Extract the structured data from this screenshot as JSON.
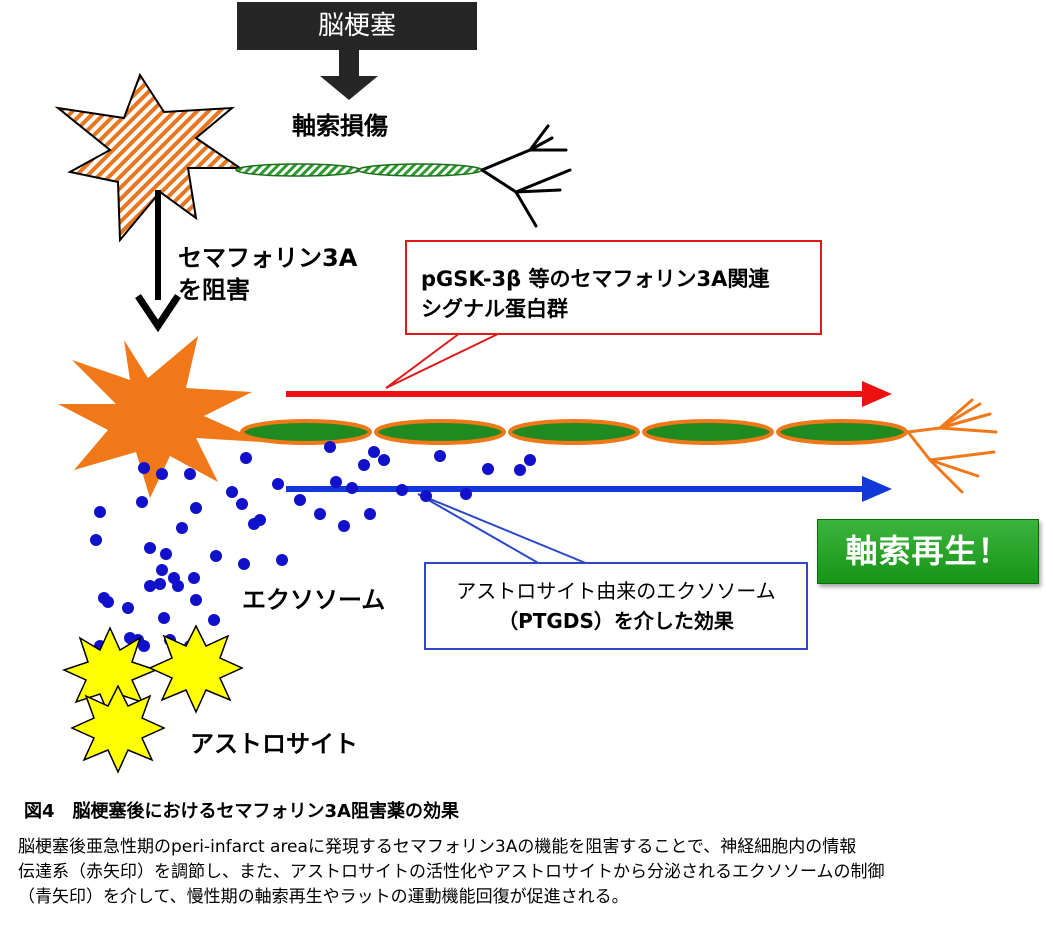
{
  "labels": {
    "stroke": "脳梗塞",
    "axon_injury": "軸索損傷",
    "inhibit_line1": "セマフォリン3A",
    "inhibit_line2": "を阻害",
    "red_box_line1": "pGSK-3β 等のセマフォリン3A関連",
    "red_box_line2": "シグナル蛋白群",
    "exosome": "エクソソーム",
    "blue_box_line1": "アストロサイト由来のエクソソーム",
    "blue_box_line2": "（PTGDS）を介した効果",
    "regeneration": "軸索再生！",
    "astrocyte": "アストロサイト"
  },
  "figure": {
    "title": "図4　脳梗塞後におけるセマフォリン3A阻害薬の効果",
    "caption_line1": "脳梗塞後亜急性期のperi-infarct areaに発現するセマフォリン3Aの機能を阻害することで、神経細胞内の情報",
    "caption_line2": "伝達系（赤矢印）を調節し、また、アストロサイトの活性化やアストロサイトから分泌されるエクソソームの制御",
    "caption_line3": "（青矢印）を介して、慢性期の軸索再生やラットの運動機能回復が促進される。"
  },
  "colors": {
    "neuron_healthy": "#f07818",
    "myelin_green": "#1f8a1f",
    "hatched_green": "#2e9a2e",
    "red_arrow": "#ee1111",
    "blue_arrow": "#1238d8",
    "exosome_dot": "#1111cc",
    "astrocyte_yellow": "#ffff00",
    "regen_green": "#23a323"
  }
}
